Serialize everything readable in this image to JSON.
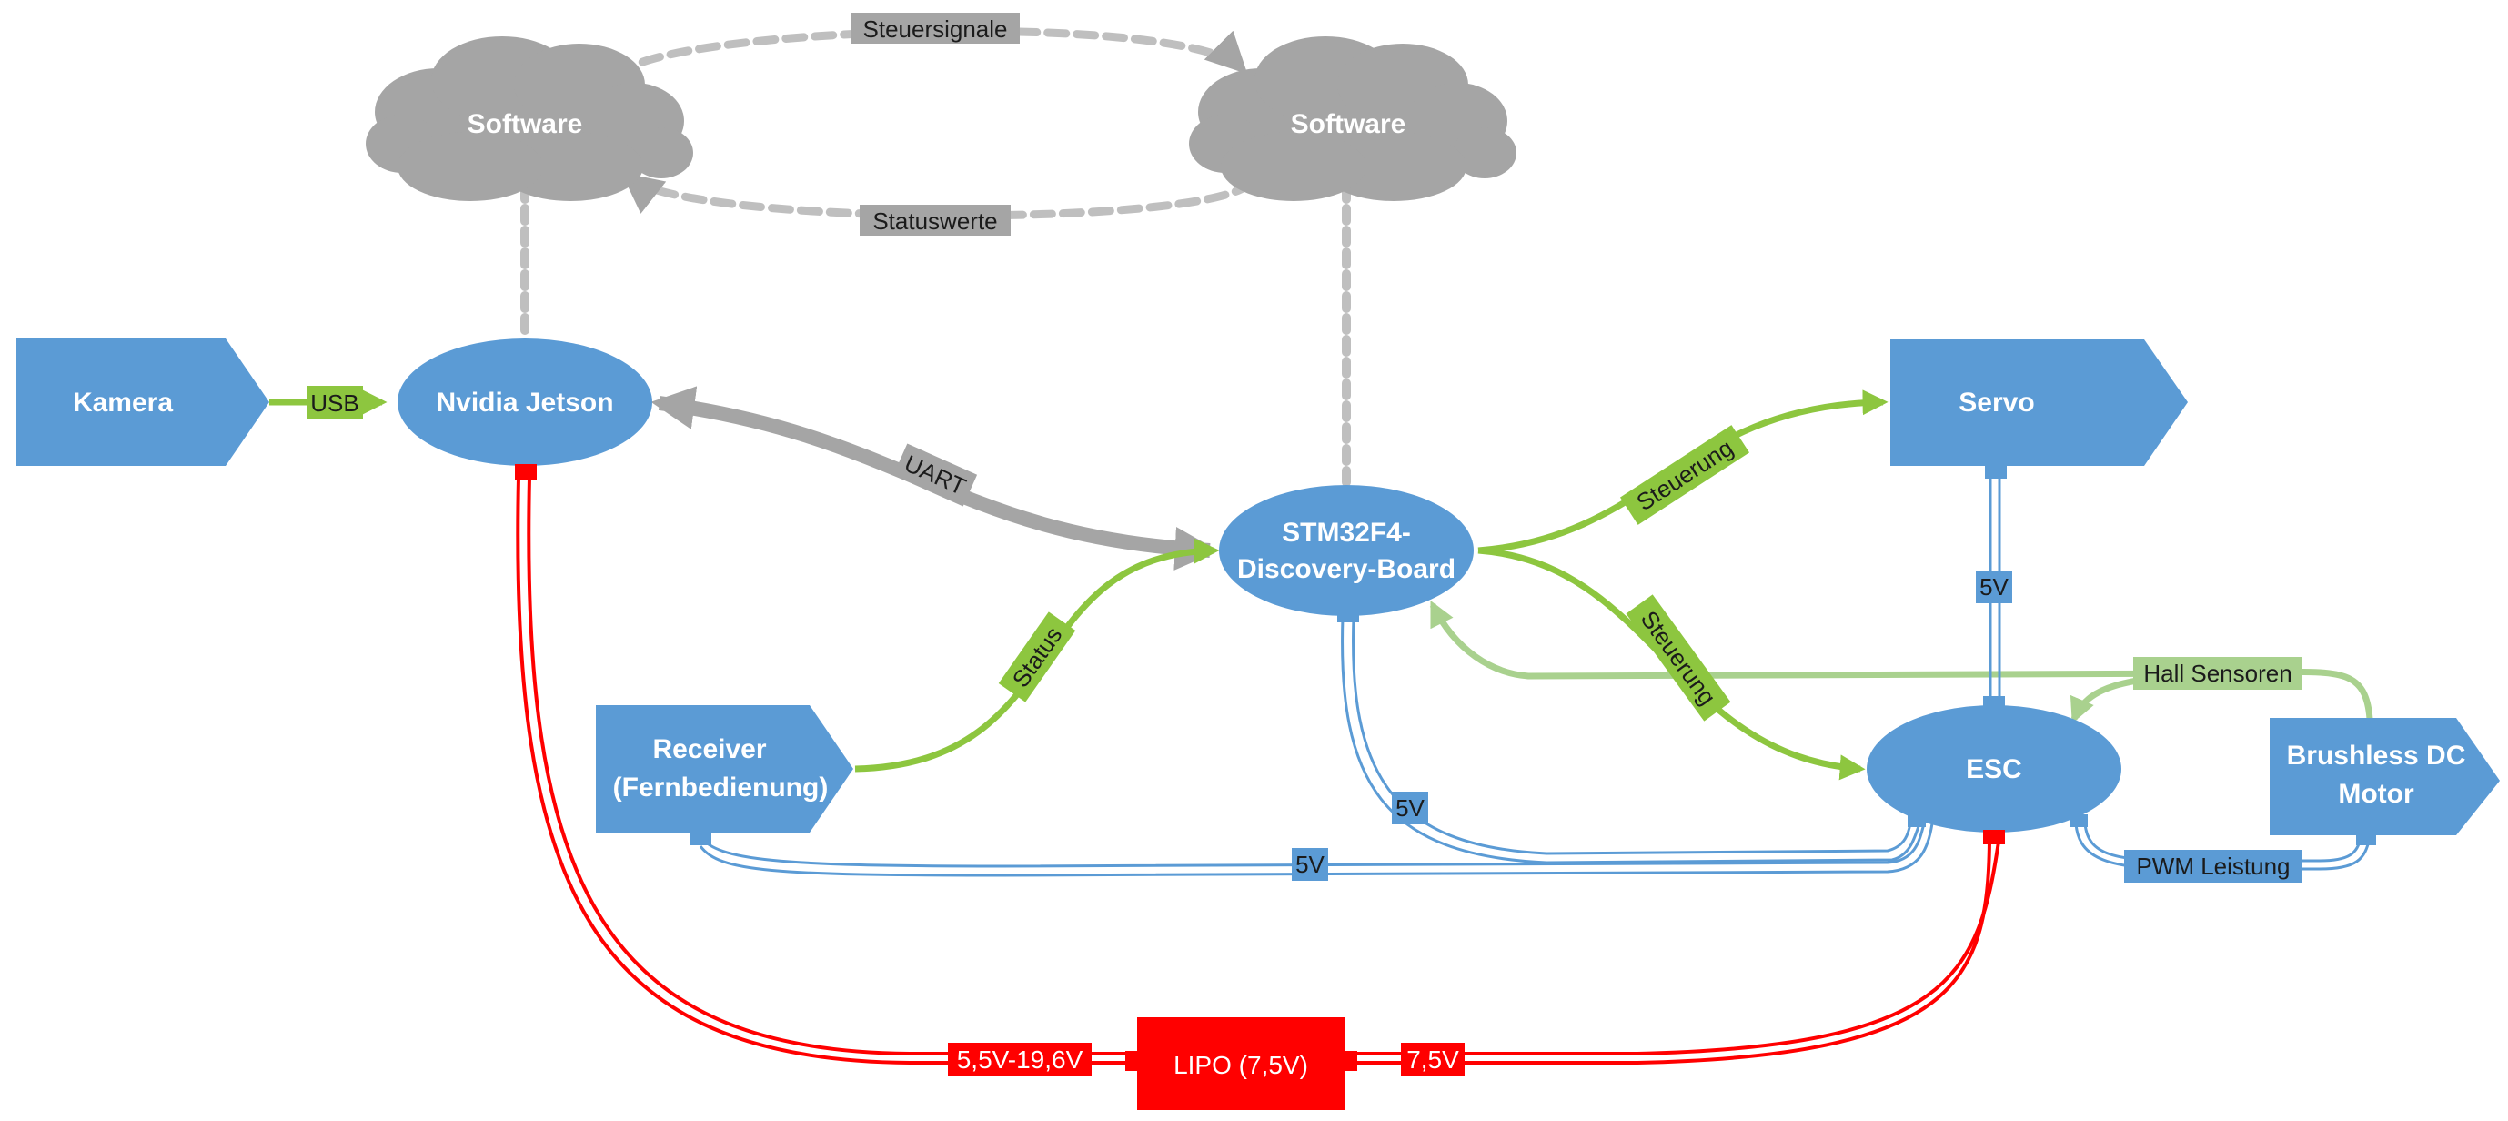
{
  "nodes": {
    "kamera": "Kamera",
    "jetson": "Nvidia Jetson",
    "software_left": "Software",
    "software_right": "Software",
    "stm_line1": "STM32F4-",
    "stm_line2": "Discovery-Board",
    "servo": "Servo",
    "receiver_line1": "Receiver",
    "receiver_line2": "(Fernbedienung)",
    "esc": "ESC",
    "motor_line1": "Brushless DC",
    "motor_line2": "Motor",
    "lipo": "LIPO (7,5V)"
  },
  "links": {
    "steuersignale": "Steuersignale",
    "statuswerte": "Statuswerte",
    "usb": "USB",
    "uart": "UART",
    "steuerung_servo": "Steuerung",
    "steuerung_esc": "Steuerung",
    "status": "Status",
    "hall": "Hall Sensoren",
    "power_servo": "5V",
    "power_stm": "5V",
    "power_receiver": "5V",
    "pwm": "PWM Leistung",
    "lipo_jetson": "5,5V-19,6V",
    "lipo_esc": "7,5V"
  },
  "colors": {
    "node_blue": "#5b9bd5",
    "cloud_gray": "#a5a5a5",
    "signal_green": "#8dc63f",
    "feedback_green": "#a9d18e",
    "power_red": "#ff0000",
    "uart_gray": "#a5a5a5"
  }
}
